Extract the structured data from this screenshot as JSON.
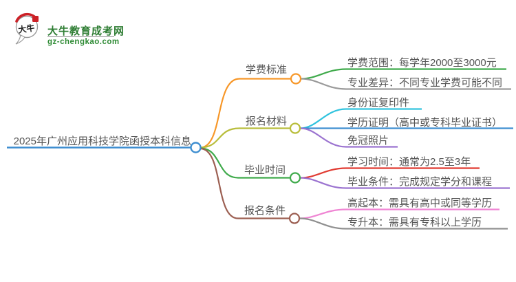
{
  "logo": {
    "bubble_text": "大牛",
    "title": "大牛教育成考网",
    "subtitle": "gz-chengkao.com"
  },
  "palette": {
    "root_blue": "#3e8ed0",
    "orange": "#f79728",
    "olive": "#b8bd3a",
    "green": "#3faa4b",
    "brown": "#9c5f52",
    "gray": "#9a9a9a",
    "cyan": "#30c3de",
    "purple": "#9b73d0",
    "red": "#e13a31",
    "pink": "#ef85d3",
    "logo_green": "#2e7d33",
    "text_gray": "#555555"
  },
  "mindmap": {
    "root": {
      "label": "2025年广州应用科技学院函授本科信息",
      "color": "#3e8ed0"
    },
    "branches": [
      {
        "label": "学费标准",
        "color": "#f79728",
        "leaves": [
          {
            "label": "学费范围：每学年2000至3000元",
            "color": "#3faa4b"
          },
          {
            "label": "专业差异：不同专业学费可能不同",
            "color": "#9a9a9a"
          }
        ]
      },
      {
        "label": "报名材料",
        "color": "#b8bd3a",
        "leaves": [
          {
            "label": "身份证复印件",
            "color": "#30c3de"
          },
          {
            "label": "学历证明（高中或专科毕业证书）",
            "color": "#3e8ed0"
          },
          {
            "label": "免冠照片",
            "color": "#9b73d0"
          }
        ]
      },
      {
        "label": "毕业时间",
        "color": "#3faa4b",
        "leaves": [
          {
            "label": "学习时间：通常为2.5至3年",
            "color": "#e13a31"
          },
          {
            "label": "毕业条件：完成规定学分和课程",
            "color": "#9b73d0"
          }
        ]
      },
      {
        "label": "报名条件",
        "color": "#9c5f52",
        "leaves": [
          {
            "label": "高起本：需具有高中或同等学历",
            "color": "#ef85d3"
          },
          {
            "label": "专升本：需具有专科以上学历",
            "color": "#909090"
          }
        ]
      }
    ]
  }
}
